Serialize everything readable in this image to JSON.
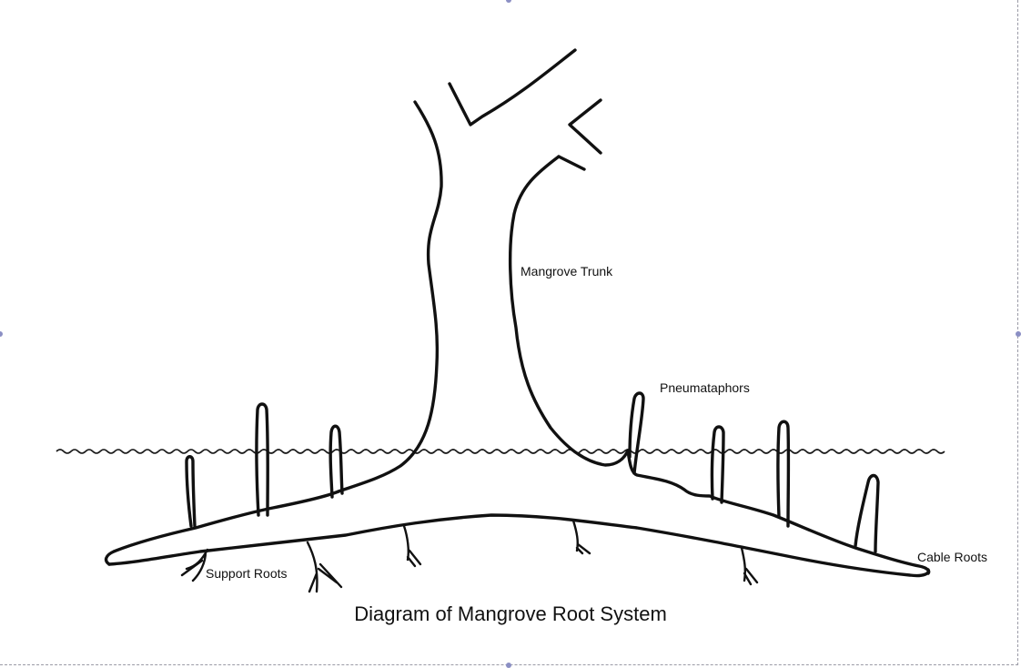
{
  "diagram": {
    "caption": "Diagram of Mangrove Root System",
    "labels": {
      "trunk": "Mangrove Trunk",
      "pneumatophores": "Pneumataphors",
      "support_roots": "Support Roots",
      "cable_roots": "Cable Roots"
    }
  },
  "colors": {
    "ink": "#111111",
    "background": "#ffffff",
    "frame": "#9a9aa6",
    "handle": "#8b8fc4"
  }
}
